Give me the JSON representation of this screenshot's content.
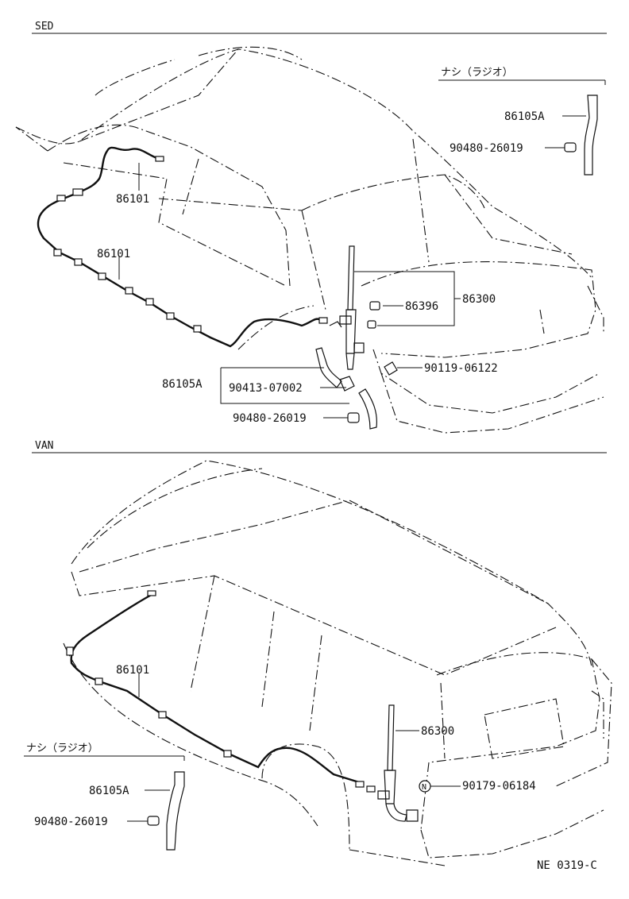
{
  "sections": {
    "sed": {
      "label": "SED"
    },
    "van": {
      "label": "VAN"
    }
  },
  "notes": {
    "no_radio_sed": "ナシ（ラジオ）",
    "no_radio_van": "ナシ（ラジオ）"
  },
  "parts": {
    "sed": {
      "p86105a_top": "86105A",
      "p90480_top": "90480-26019",
      "p86101_upper": "86101",
      "p86101_lower": "86101",
      "p86396": "86396",
      "p86300": "86300",
      "p90119": "90119-06122",
      "p86105a_mid": "86105A",
      "p90413": "90413-07002",
      "p90480_mid": "90480-26019"
    },
    "van": {
      "p86101": "86101",
      "p86300": "86300",
      "p90179": "90179-06184",
      "p86105a": "86105A",
      "p90480": "90480-26019"
    }
  },
  "footer": {
    "code": "NE  0319-C"
  },
  "icons": {
    "symbol_n": "N"
  }
}
